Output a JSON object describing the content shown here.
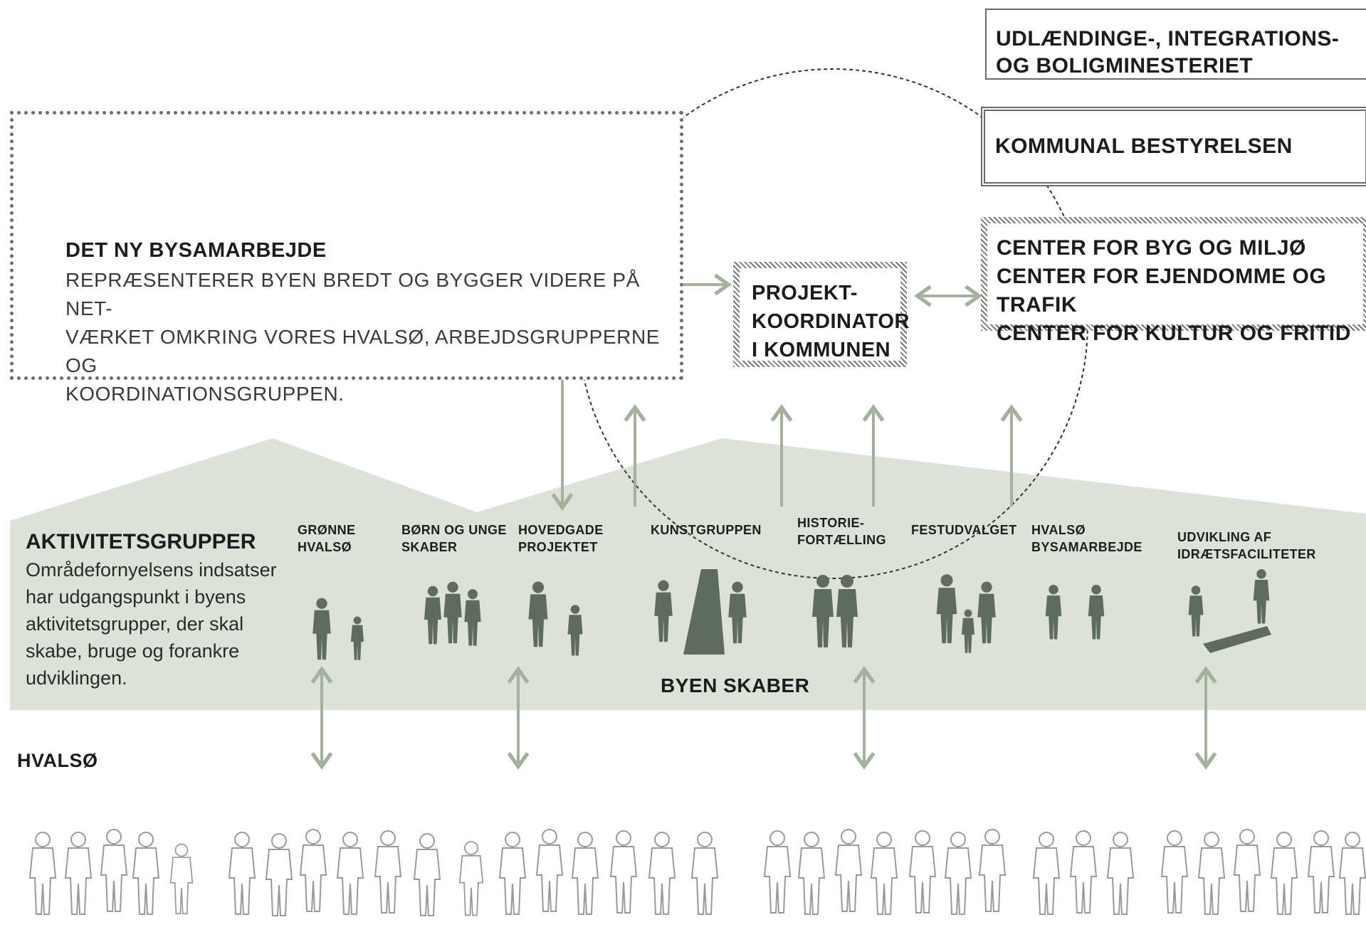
{
  "diagram": {
    "institutions": {
      "ministry_line1": "UDLÆNDINGE-, INTEGRATIONS-",
      "ministry_line2": "OG BOLIGMINESTERIET",
      "board": "KOMMUNAL BESTYRELSEN",
      "centers": [
        "CENTER FOR BYG OG MILJØ",
        "CENTER FOR EJENDOMME OG TRAFIK",
        "CENTER FOR KULTUR OG FRITID"
      ]
    },
    "bysamarbejde": {
      "title": "DET NY BYSAMARBEJDE",
      "text_lines": [
        "REPRÆSENTERER BYEN BREDT OG BYGGER VIDERE PÅ NET-",
        "VÆRKET OMKRING VORES HVALSØ, ARBEJDSGRUPPERNE OG",
        "KOORDINATIONSGRUPPEN."
      ]
    },
    "coordinator": {
      "lines": [
        "PROJEKT-",
        "KOORDINATOR",
        "I KOMMUNEN"
      ]
    },
    "activity_groups": {
      "title": "AKTIVITETSGRUPPER",
      "text_lines": [
        "Områdefornyelsens indsatser",
        "har udgangspunkt i byens",
        "aktivitetsgrupper, der skal",
        "skabe, bruge og forankre",
        "udviklingen."
      ],
      "groups": [
        {
          "line1": "GRØNNE",
          "line2": "HVALSØ"
        },
        {
          "line1": "BØRN OG UNGE",
          "line2": "SKABER"
        },
        {
          "line1": "HOVEDGADE",
          "line2": "PROJEKTET"
        },
        {
          "line1": "KUNSTGRUPPEN",
          "line2": ""
        },
        {
          "line1": "HISTORIE-",
          "line2": "FORTÆLLING"
        },
        {
          "line1": "FESTUDVALGET",
          "line2": ""
        },
        {
          "line1": "HVALSØ",
          "line2": "BYSAMARBEJDE"
        },
        {
          "line1": "UDVIKLING AF",
          "line2": "IDRÆTSFACILITETER"
        }
      ],
      "city_creates": "BYEN SKABER"
    },
    "town": "HVALSØ",
    "colors": {
      "silhouette": "#5f6b5f",
      "band": "#dde2d8",
      "arrow": "#a5b29b",
      "outline_people": "#9a9a9a"
    }
  }
}
